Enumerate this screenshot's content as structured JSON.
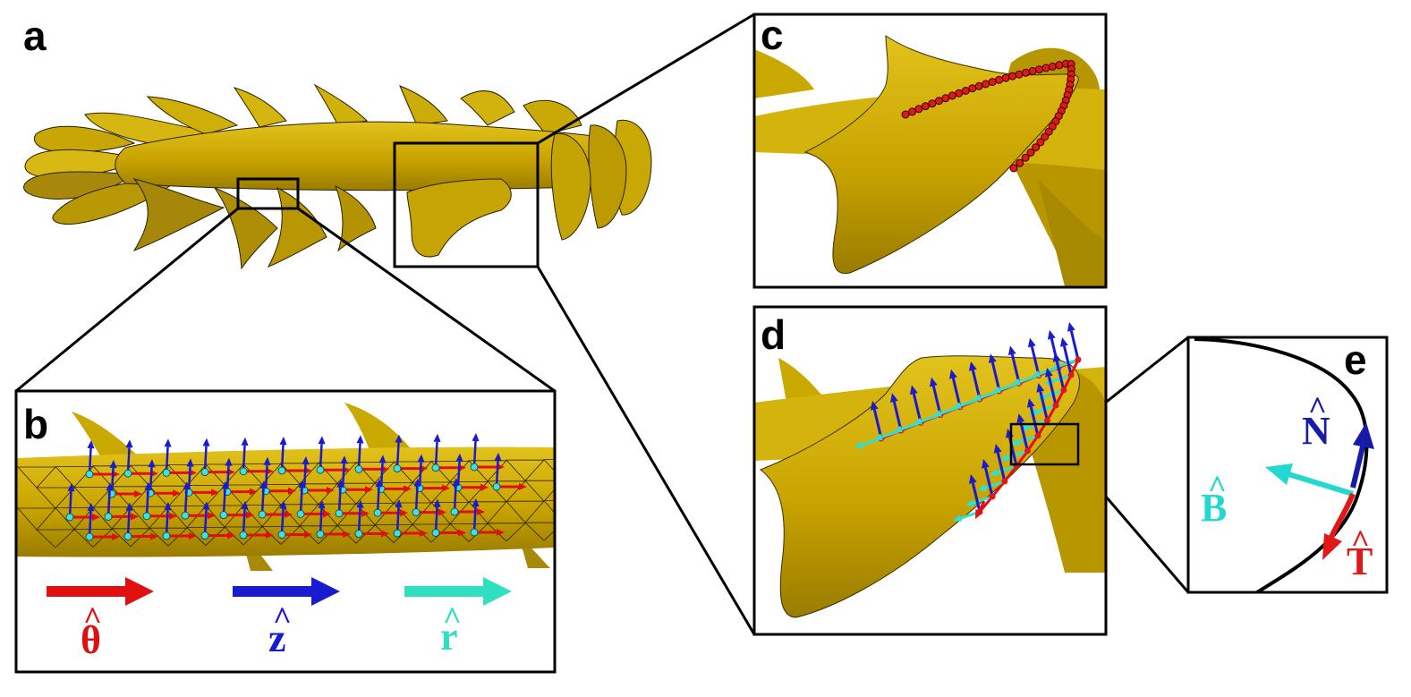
{
  "panels": {
    "a": "a",
    "b": "b",
    "c": "c",
    "d": "d",
    "e": "e"
  },
  "legend_b": [
    {
      "symbol": "θ",
      "hat": "^",
      "color": "#e01010"
    },
    {
      "symbol": "z",
      "hat": "^",
      "color": "#1a1ad0"
    },
    {
      "symbol": "r",
      "hat": "^",
      "color": "#2ee0c0"
    }
  ],
  "frame_e": [
    {
      "symbol": "N",
      "hat": "^",
      "color": "#1a1aa8"
    },
    {
      "symbol": "B",
      "hat": "^",
      "color": "#22d8d0"
    },
    {
      "symbol": "T",
      "hat": "^",
      "color": "#e01818"
    }
  ],
  "colors": {
    "surface": "#c9a400",
    "surface_dark": "#9c7e00",
    "surface_light": "#e0c020",
    "frame": "#000000",
    "dot_red": "#e01818",
    "dot_cyan": "#40e0e0",
    "arrow_blue": "#1a1ad0",
    "arrow_red": "#e01010",
    "arrow_cyan": "#30e0d0"
  }
}
